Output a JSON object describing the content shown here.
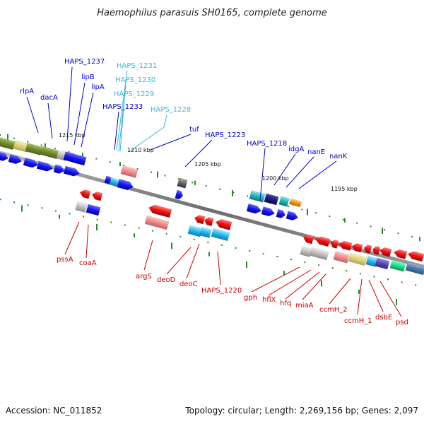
{
  "title": "Haemophilus parasuis SH0165, complete genome",
  "footer": {
    "accession": "Accession: NC_011852",
    "summary": "Topology: circular; Length: 2,269,156 bp; Genes: 2,097"
  },
  "colors": {
    "forward_label": "#0000cc",
    "forward_label_light": "#33bbdd",
    "reverse_label": "#cc0000",
    "backbone": "#7a7a7a",
    "tick": "#2a8a2a"
  },
  "position_markers": [
    "1215 kbp",
    "1210 kbp",
    "1205 kbp",
    "1200 kbp",
    "1195 kbp"
  ],
  "forward_genes": [
    {
      "name": "rlpA"
    },
    {
      "name": "dacA"
    },
    {
      "name": "HAPS_1237"
    },
    {
      "name": "lipB"
    },
    {
      "name": "lipA"
    },
    {
      "name": "HAPS_1233"
    },
    {
      "name": "HAPS_1231"
    },
    {
      "name": "HAPS_1230"
    },
    {
      "name": "HAPS_1229"
    },
    {
      "name": "HAPS_1228"
    },
    {
      "name": "tuf"
    },
    {
      "name": "HAPS_1223"
    },
    {
      "name": "HAPS_1218"
    },
    {
      "name": "idgA"
    },
    {
      "name": "nanE"
    },
    {
      "name": "nanK"
    }
  ],
  "reverse_genes": [
    {
      "name": "pssA"
    },
    {
      "name": "coaA"
    },
    {
      "name": "argS"
    },
    {
      "name": "deoD"
    },
    {
      "name": "deoC"
    },
    {
      "name": "HAPS_1220"
    },
    {
      "name": "gph"
    },
    {
      "name": "hflX"
    },
    {
      "name": "hfq"
    },
    {
      "name": "miaA"
    },
    {
      "name": "ccmH_2"
    },
    {
      "name": "ccmH_1"
    },
    {
      "name": "dsbE"
    },
    {
      "name": "psd"
    }
  ]
}
